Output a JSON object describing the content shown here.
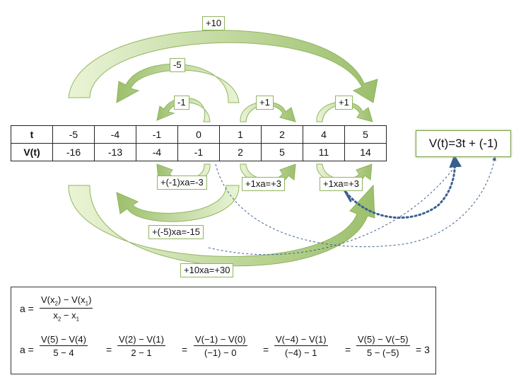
{
  "table": {
    "row_t": {
      "head": "t",
      "cells": [
        "-5",
        "-4",
        "-1",
        "0",
        "1",
        "2",
        "4",
        "5"
      ]
    },
    "row_v": {
      "head": "V(t)",
      "cells": [
        "-16",
        "-13",
        "-4",
        "-1",
        "2",
        "5",
        "11",
        "14"
      ]
    }
  },
  "top_labels": {
    "plus10": "+10",
    "minus5": "-5",
    "minus1": "-1",
    "plus1_a": "+1",
    "plus1_b": "+1"
  },
  "bottom_labels": {
    "l1": "+(-1)xa=-3",
    "l2": "+1xa=+3",
    "l3": "+1xa=+3",
    "l4": "+(-5)xa=-15",
    "l5": "+10xa=+30"
  },
  "formula": "V(t)=3t + (-1)",
  "math": {
    "a_eq": "a =",
    "def": {
      "num_a": "V(x",
      "num_b": ") − V(x",
      "num_c": ")",
      "den_a": "x",
      "den_b": " − x",
      "s1": "2",
      "s2": "1"
    },
    "f1": {
      "num": "V(5) − V(4)",
      "den": "5 − 4"
    },
    "f2": {
      "num": "V(2) − V(1)",
      "den": "2 − 1"
    },
    "f3": {
      "num": "V(−1) − V(0)",
      "den": "(−1) − 0"
    },
    "f4": {
      "num": "V(−4) − V(1)",
      "den": "(−4) − 1"
    },
    "f5": {
      "num": "V(5) − V(−5)",
      "den": "5 − (−5)"
    },
    "eq": "=",
    "result": "= 3"
  },
  "colors": {
    "arrow_fill": "#a8c878",
    "arrow_light": "#e8f3d2",
    "arrow_dark": "#7fa552",
    "dotted": "#3a5f8f"
  }
}
